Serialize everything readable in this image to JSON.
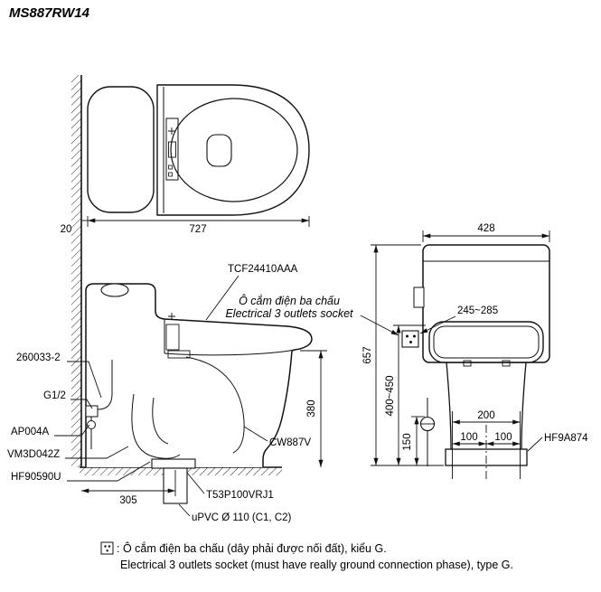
{
  "title": "MS887RW14",
  "top_view": {
    "dim_gap": "20",
    "dim_length": "727"
  },
  "side_view": {
    "label_washlet": "TCF24410AAA",
    "socket_note_vi": "Ô cắm điện ba chấu",
    "socket_note_en": "Electrical 3 outlets socket",
    "label_260033": "260033-2",
    "label_g12": "G1/2",
    "label_ap004a": "AP004A",
    "label_vm3d042z": "VM3D042Z",
    "label_hf90590u": "HF90590U",
    "label_bowl": "CW887V",
    "dim_rim_height": "380",
    "dim_rough_in": "305",
    "label_flange": "T53P100VRJ1",
    "label_pipe": "uPVC Ø 110 (C1, C2)"
  },
  "rear_view": {
    "dim_width": "428",
    "dim_socket_range": "245~285",
    "dim_height": "657",
    "dim_supply_range": "400~450",
    "dim_150": "150",
    "dim_200": "200",
    "dim_100a": "100",
    "dim_100b": "100",
    "label_hf9a874": "HF9A874"
  },
  "footer": {
    "note_vi": ": Ô cắm điện ba chấu (dây phải được nối đất), kiểu G.",
    "note_en": "Electrical 3 outlets socket (must have really ground connection phase), type G."
  }
}
